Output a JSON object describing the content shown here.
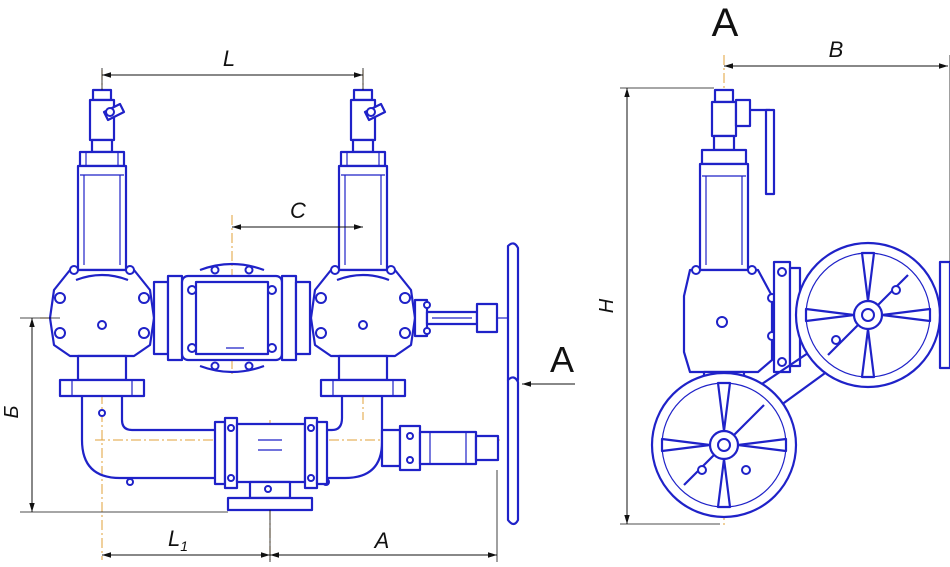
{
  "drawing": {
    "labels": {
      "L": "L",
      "C": "C",
      "B_cyr": "Б",
      "L1": "L",
      "L1_sub": "1",
      "A_dim": "A",
      "H": "H",
      "B": "B",
      "view_A_top": "A",
      "view_A_arrow": "A"
    },
    "colors": {
      "outline": "#1f22c8",
      "centerline": "#e2a03a",
      "dimension": "#111111",
      "background": "#ffffff"
    }
  }
}
